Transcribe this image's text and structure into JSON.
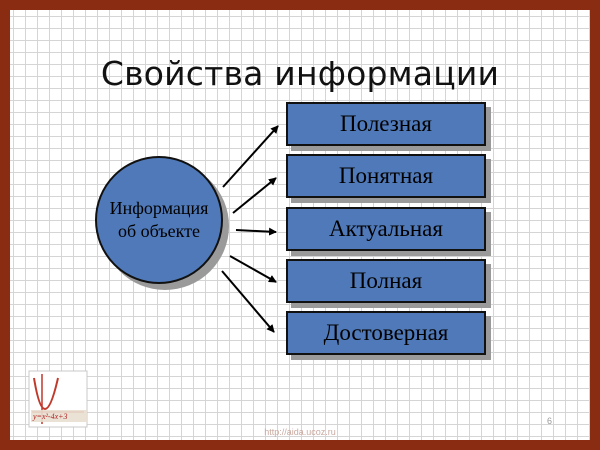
{
  "slide": {
    "title": "Свойства информации",
    "center": {
      "line1": "Информация",
      "line2": "об объекте"
    },
    "properties": [
      "Полезная",
      "Понятная",
      "Актуальная",
      "Полная",
      "Достоверная"
    ],
    "logo_formula": "y=x²-4x+3",
    "url": "http://aida.ucoz.ru",
    "page_number": "6"
  },
  "colors": {
    "frame": "#8a2c12",
    "node_fill": "#4f79b8",
    "grid": "#d5d5d5"
  }
}
